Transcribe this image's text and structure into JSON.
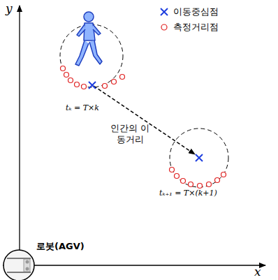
{
  "diagram": {
    "labels": [
      "y",
      "x",
      "tₖ = T×k",
      "인간의 이동거리",
      "tₖ₊₁ = T×(k+1)",
      "로봇(AGV)"
    ],
    "legend": [
      {
        "text": "이동중심점"
      },
      {
        "text": "측정거리점"
      }
    ]
  }
}
